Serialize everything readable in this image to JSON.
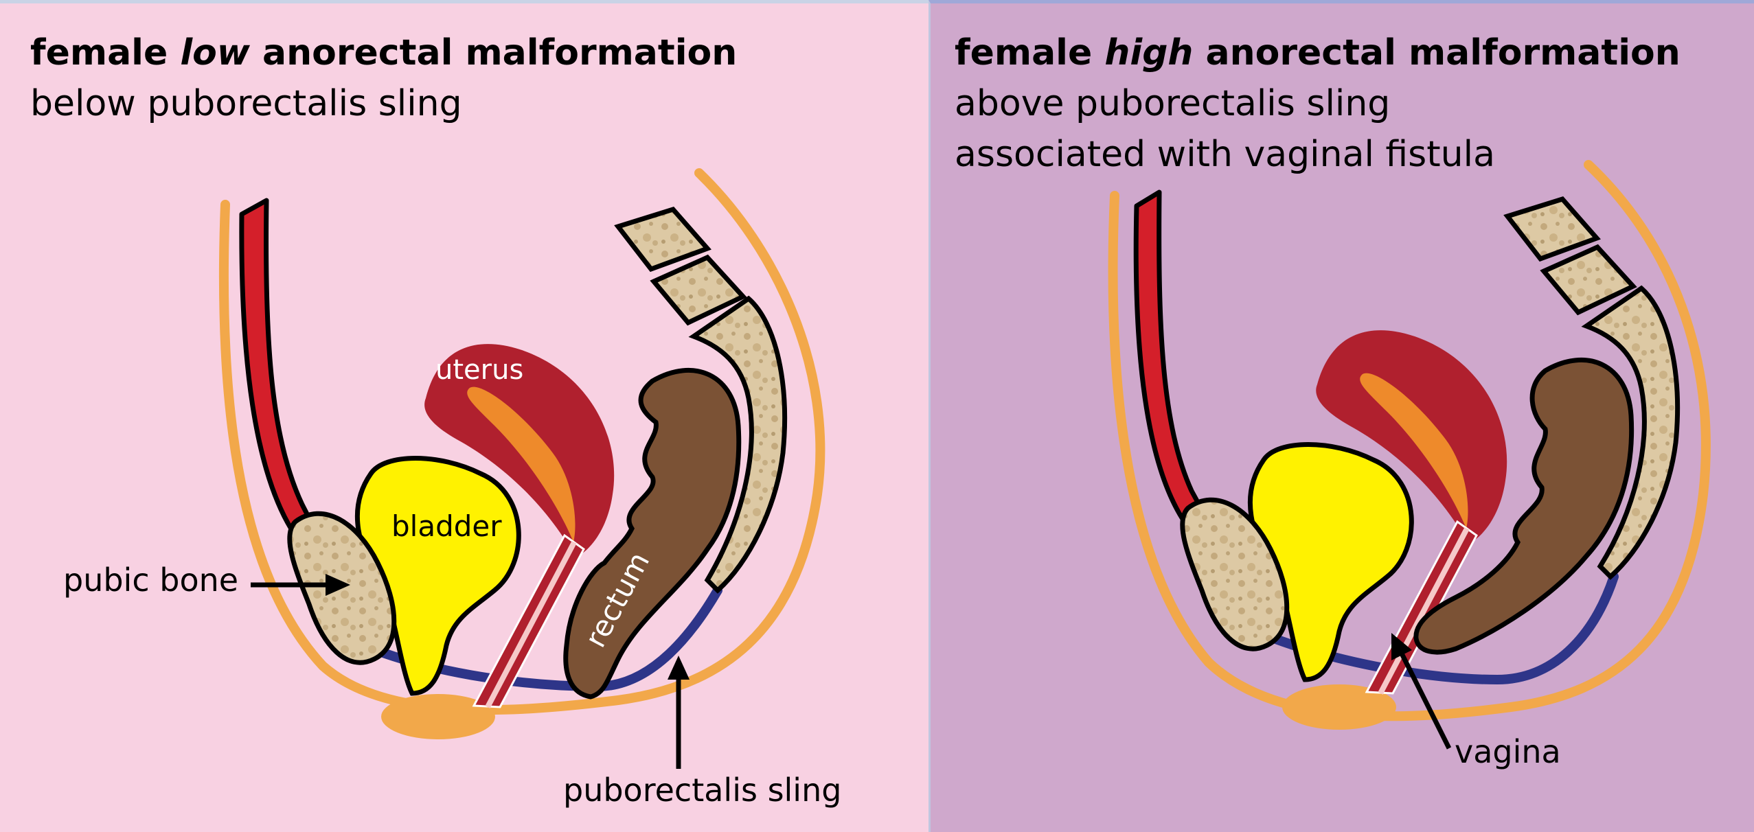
{
  "left": {
    "title_pre": "female ",
    "title_em": "low",
    "title_post": " anorectal malformation",
    "subtitle": "below puborectalis sling",
    "labels": {
      "uterus": "uterus",
      "bladder": "bladder",
      "rectum": "rectum",
      "pubic_bone": "pubic bone",
      "sling": "puborectalis sling"
    }
  },
  "right": {
    "title_pre": "female ",
    "title_em": "high",
    "title_post": " anorectal malformation",
    "subtitle1": "above puborectalis sling",
    "subtitle2": "associated with vaginal fistula",
    "labels": {
      "vagina": "vagina"
    }
  },
  "colors": {
    "left_bg": "#f8d1e2",
    "right_bg": "#cfa8cc",
    "skin": "#f2a84a",
    "artery": "#d41f2a",
    "uterus": "#b0202e",
    "uterus_lumen": "#ee8a2b",
    "bladder": "#fff200",
    "rectum": "#7b5235",
    "bone": "#ddc9a4",
    "sling": "#2e3589"
  }
}
